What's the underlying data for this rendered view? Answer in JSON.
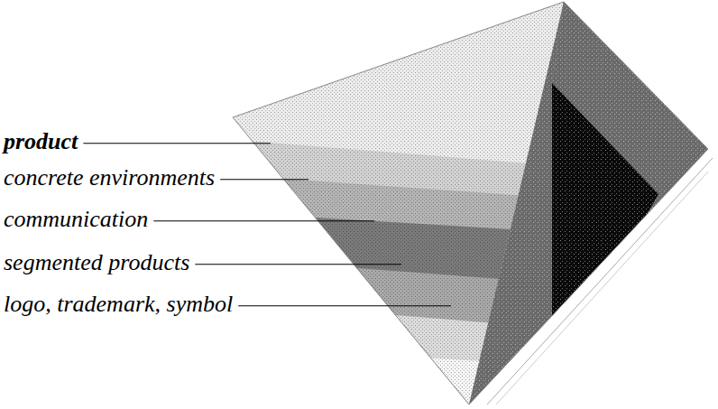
{
  "diagram": {
    "labels": [
      "product",
      "concrete environments",
      "communication",
      "segmented products",
      "logo, trademark, symbol"
    ]
  }
}
